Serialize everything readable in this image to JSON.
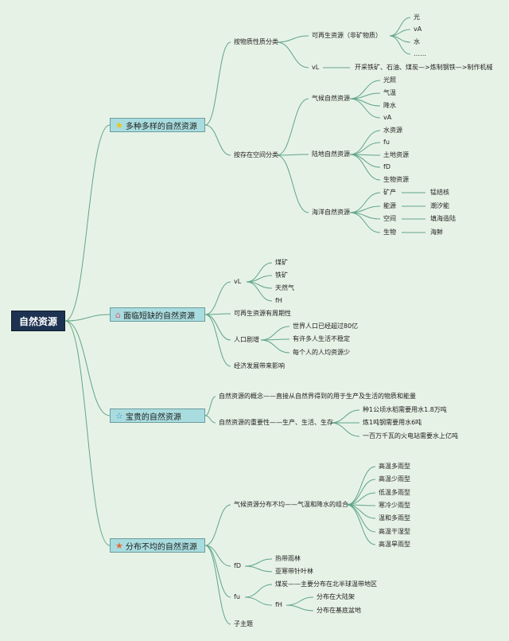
{
  "root": {
    "label": "自然资源"
  },
  "branch1": {
    "label": "多种多样的自然资源",
    "icon": "star-icon-yellow",
    "by_property": {
      "label": "按物质性质分类",
      "renewable": {
        "label": "可再生资源（非矿物质）",
        "items": [
          "光",
          "vA",
          "水",
          "……"
        ]
      },
      "vl": {
        "label": "vL",
        "chain": "开采铁矿、石油、煤炭—>炼制钢铁—>制作机械"
      }
    },
    "by_space": {
      "label": "按存在空间分类",
      "climate": {
        "label": "气候自然资源",
        "items": [
          "光照",
          "气温",
          "降水",
          "vA"
        ]
      },
      "land": {
        "label": "陆地自然资源",
        "items": [
          "水资源",
          "fu",
          "土地资源",
          "fD",
          "生物资源"
        ]
      },
      "ocean": {
        "label": "海洋自然资源",
        "pairs": [
          [
            "矿产",
            "锰结核"
          ],
          [
            "能源",
            "潮汐能"
          ],
          [
            "空间",
            "填海造陆"
          ],
          [
            "生物",
            "海鲜"
          ]
        ]
      }
    }
  },
  "branch2": {
    "label": "面临短缺的自然资源",
    "icon": "home-icon-pink",
    "vl": {
      "label": "vL",
      "items": [
        "煤矿",
        "铁矿",
        "天然气",
        "fH"
      ]
    },
    "renewable_cycle": "可再生资源有周期性",
    "population": {
      "label": "人口剧增",
      "items": [
        "世界人口已经超过80亿",
        "有许多人生活不稳定",
        "每个人的人均资源少"
      ]
    },
    "economy": "经济发展带来影响"
  },
  "branch3": {
    "label": "宝贵的自然资源",
    "icon": "star-icon-outline",
    "concept": "自然资源的概念——直接从自然界得到的用于生产及生活的物质和能量",
    "importance": {
      "label": "自然资源的重要性——生产、生活、生存",
      "items": [
        "种1公顷水稻需要用水1.8万吨",
        "炼1吨钢需要用水6吨",
        "一百万千瓦的火电站需要水上亿吨"
      ]
    }
  },
  "branch4": {
    "label": "分布不均的自然资源",
    "icon": "star-icon-orange",
    "climate": {
      "label": "气候资源分布不均——气温和降水的组合",
      "items": [
        "高温多雨型",
        "高温少雨型",
        "低温多雨型",
        "寒冷少雨型",
        "温和多雨型",
        "高温干湿型",
        "高温旱雨型"
      ]
    },
    "fd": {
      "label": "fD",
      "items": [
        "热带雨林",
        "亚寒带针叶林"
      ]
    },
    "fu": {
      "label": "fu",
      "coal": "煤炭——主要分布在北半球温带地区",
      "fh": {
        "label": "fH",
        "items": [
          "分布在大陆架",
          "分布在基底盆地"
        ]
      }
    },
    "subtopic": "子主题"
  },
  "colors": {
    "background": "#e7f2e6",
    "line": "#5fa58a",
    "root_fill": "#1e3352",
    "branch_fill": "#a9dcde"
  }
}
